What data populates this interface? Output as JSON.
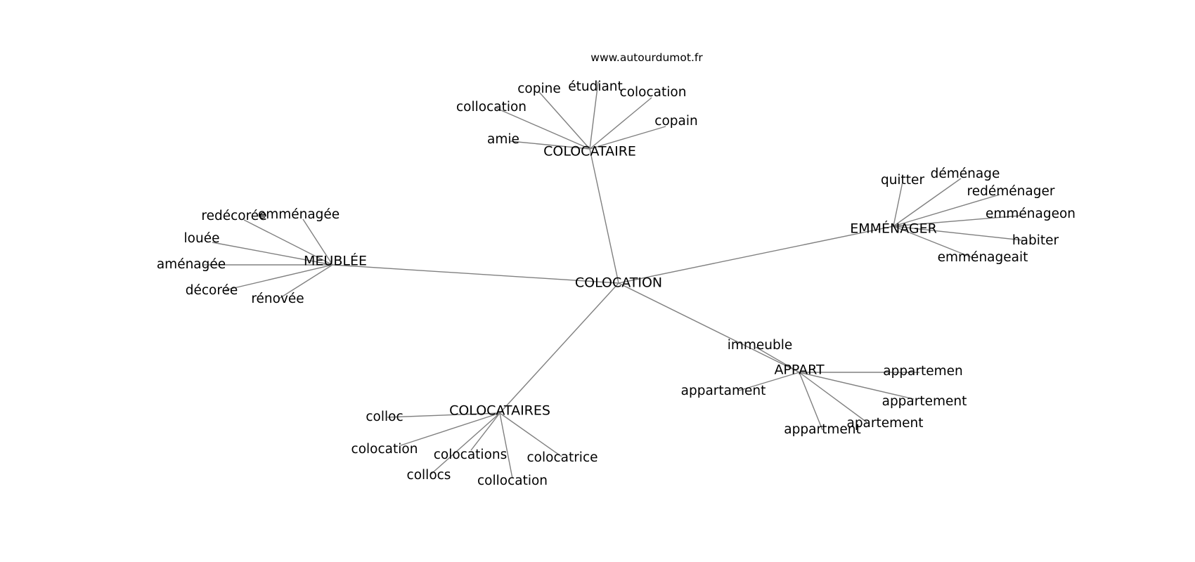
{
  "site_url": "www.autourdumot.fr",
  "edge_color": "#808080",
  "center_word": "COLOCATION",
  "groups": [
    {
      "hub": "COLOCATAIRE",
      "words": [
        "copine",
        "étudiant",
        "colocation",
        "collocation",
        "copain",
        "amie"
      ]
    },
    {
      "hub": "EMMÉNAGER",
      "words": [
        "quitter",
        "déménage",
        "redéménager",
        "emménageon",
        "habiter",
        "emménageait"
      ]
    },
    {
      "hub": "MEUBLÉE",
      "words": [
        "redécorée",
        "emménagée",
        "louée",
        "aménagée",
        "décorée",
        "rénovée"
      ]
    },
    {
      "hub": "APPART",
      "words": [
        "immeuble",
        "appartemen",
        "appartament",
        "appartement",
        "apartement",
        "appartment"
      ]
    },
    {
      "hub": "COLOCATAIRES",
      "words": [
        "colloc",
        "colocation",
        "colocations",
        "colocatrice",
        "collocs",
        "collocation"
      ]
    }
  ]
}
